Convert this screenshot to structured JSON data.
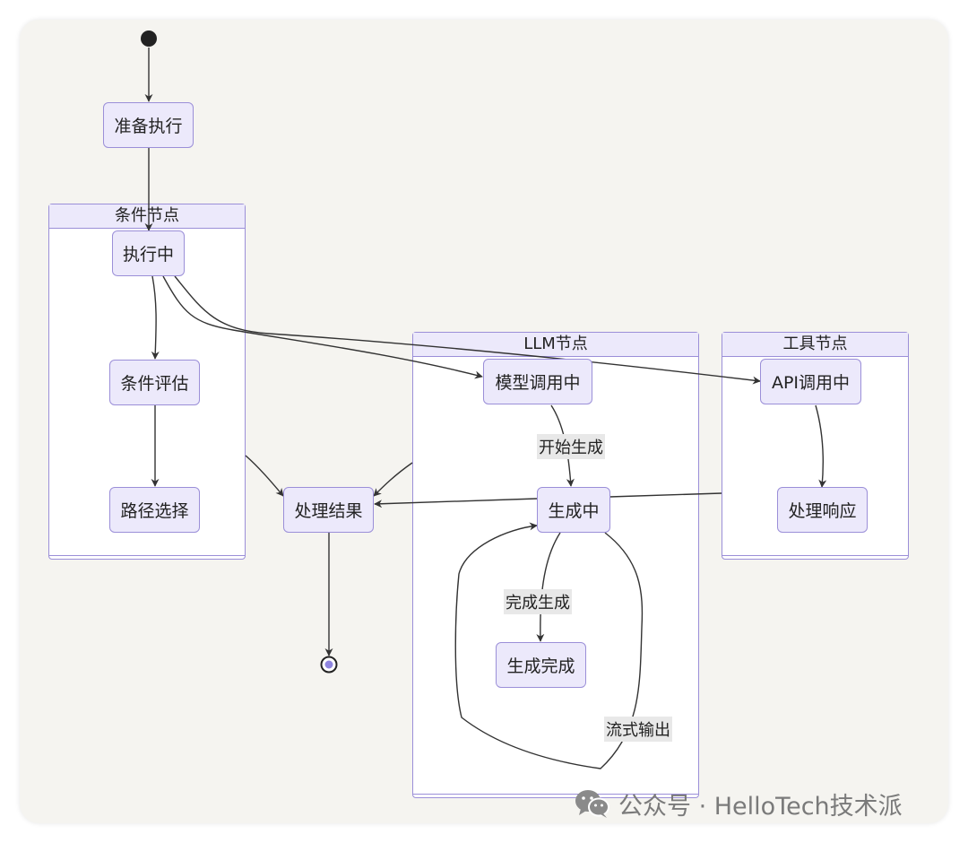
{
  "diagram": {
    "groups": {
      "condition": "条件节点",
      "llm": "LLM节点",
      "tool": "工具节点"
    },
    "nodes": {
      "prepare": "准备执行",
      "executing": "执行中",
      "evaluate": "条件评估",
      "route": "路径选择",
      "process_result": "处理结果",
      "model_calling": "模型调用中",
      "generating": "生成中",
      "gen_done": "生成完成",
      "api_calling": "API调用中",
      "handle_response": "处理响应"
    },
    "edge_labels": {
      "start_gen": "开始生成",
      "finish_gen": "完成生成",
      "stream_out": "流式输出"
    }
  },
  "watermark": {
    "text": "公众号 · HelloTech技术派",
    "icon": "wechat-icon"
  },
  "colors": {
    "node_fill": "#ece9fb",
    "node_border": "#9b8fd8",
    "background": "#f5f4f0",
    "edge": "#333333",
    "end_dot": "#8f85e0"
  }
}
